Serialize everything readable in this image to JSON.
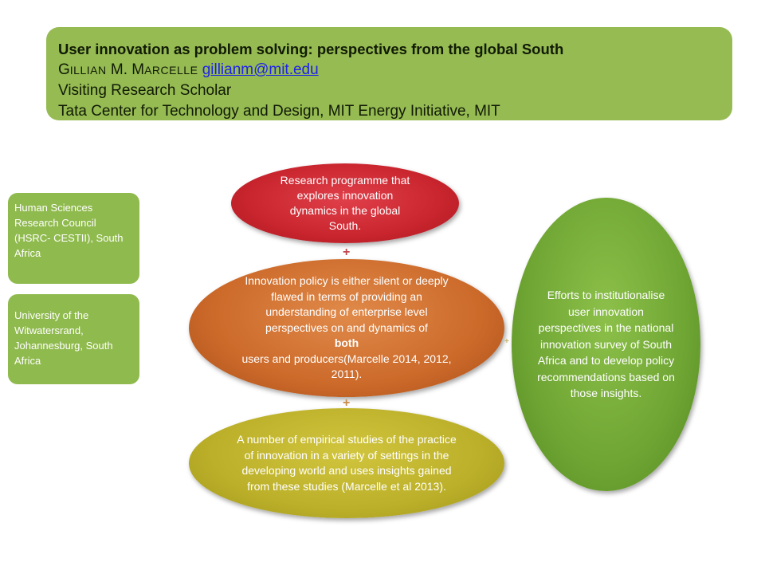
{
  "header": {
    "title": "User innovation as problem solving:  perspectives from the global South",
    "author_first_initial": "G",
    "author_first_rest": "ILLIAN",
    "author_middle": " M. ",
    "author_last_initial": "M",
    "author_last_rest": "ARCELLE",
    "email": "gillianm@mit.edu",
    "role": "Visiting Research Scholar",
    "affiliation": "Tata Center for Technology and Design, MIT Energy Initiative, MIT"
  },
  "side_boxes": [
    {
      "text": "Human Sciences Research  Council (HSRC- CESTII), South Africa"
    },
    {
      "text": "University of the Witwatersrand, Johannesburg, South Africa"
    }
  ],
  "diagram": {
    "top_oval": "Research programme that explores innovation dynamics in the global South.",
    "middle_oval_pre": "Innovation policy is either silent or deeply flawed in terms of providing an understanding of enterprise level perspectives on and dynamics of ",
    "middle_oval_bold": "both",
    "middle_oval_post": " users and producers(Marcelle 2014, 2012, 2011).",
    "bottom_oval": "A number of empirical studies of the practice of innovation in a variety of settings in the developing world and uses insights gained from these studies (Marcelle et al 2013).",
    "right_oval": "Efforts to institutionalise  user innovation perspectives in the national innovation survey of South Africa and to develop policy recommendations based on those insights.",
    "connector_symbol": "+"
  },
  "colors": {
    "header_bg": "#95bb52",
    "side_box_bg": "#8fba4d",
    "top_oval": "#c9252e",
    "middle_oval": "#cc6a2a",
    "bottom_oval": "#bcb02a",
    "right_oval": "#6fa533",
    "link": "#1d22e8"
  }
}
